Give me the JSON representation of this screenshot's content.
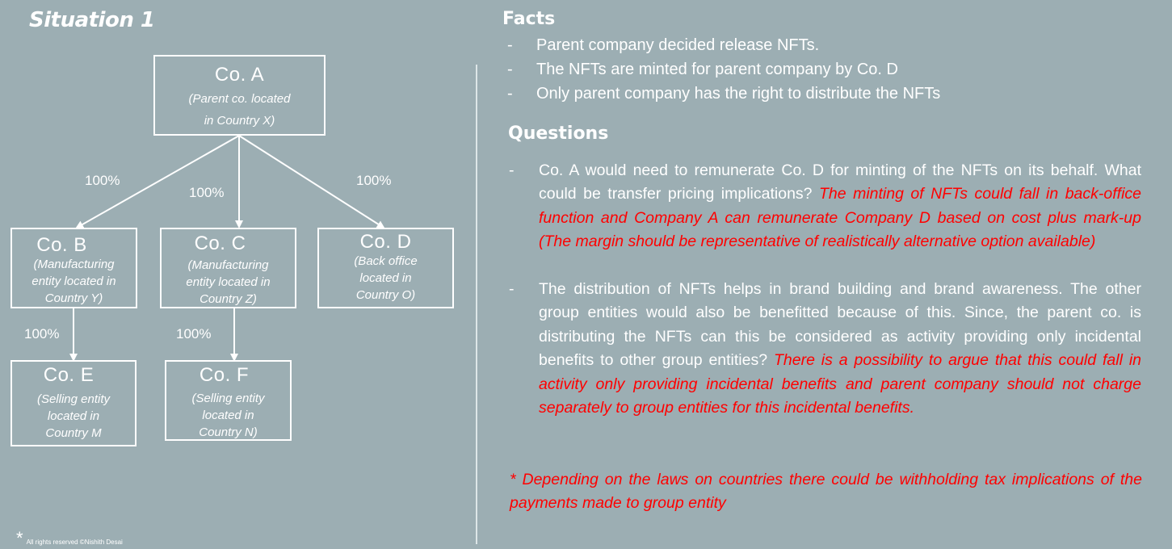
{
  "slide_title": "Situation 1",
  "org_chart": {
    "co_a": {
      "name": "Co. A",
      "desc_line1": "(Parent co. located",
      "desc_line2": "in Country X)"
    },
    "co_b": {
      "name": "Co. B",
      "desc_line1": "(Manufacturing",
      "desc_line2": "entity  located in",
      "desc_line3": "Country Y)"
    },
    "co_c": {
      "name": "Co. C",
      "desc_line1": "(Manufacturing",
      "desc_line2": "entity  located in",
      "desc_line3": "Country Z)"
    },
    "co_d": {
      "name": "Co. D",
      "desc_line1": "(Back office",
      "desc_line2": "located in",
      "desc_line3": "Country O)"
    },
    "co_e": {
      "name": "Co. E",
      "desc_line1": "(Selling entity",
      "desc_line2": "located in",
      "desc_line3": "Country  M"
    },
    "co_f": {
      "name": "Co. F",
      "desc_line1": "(Selling entity",
      "desc_line2": "located in",
      "desc_line3": "Country  N)"
    },
    "ownership": {
      "a_b": "100%",
      "a_c": "100%",
      "a_d": "100%",
      "b_e": "100%",
      "c_f": "100%"
    }
  },
  "facts": {
    "heading": "Facts",
    "bullet": "-",
    "items": [
      "Parent company decided release NFTs.",
      "The NFTs are minted for parent company by Co. D",
      "Only parent company has the right to distribute the NFTs"
    ]
  },
  "questions": {
    "heading": "Questions",
    "bullet": "-",
    "items": [
      {
        "question": "Co. A would need to remunerate Co. D for minting of the NFTs on its behalf. What could be transfer pricing implications? ",
        "answer": "The minting of NFTs could fall in back-office function and Company A can remunerate Company D based on cost plus mark-up (The margin should be representative of realistically alternative option available)"
      },
      {
        "question": "The distribution of NFTs helps in brand building and brand awareness. The other group entities would also be benefitted because of this. Since, the parent co. is distributing the NFTs can this be considered as activity providing only incidental benefits to other group entities? ",
        "answer": "There is a possibility to argue that this could fall in activity only providing incidental benefits and parent company should not charge separately to group entities for this incidental benefits."
      }
    ]
  },
  "note": "* Depending on the laws on countries there could be withholding tax implications of the payments made to group entity",
  "footer": {
    "asterisk": "*",
    "text": "All rights reserved ©Nishith Desai"
  },
  "colors": {
    "background": "#9caeb3",
    "text": "#ffffff",
    "answer": "#ff0000"
  }
}
